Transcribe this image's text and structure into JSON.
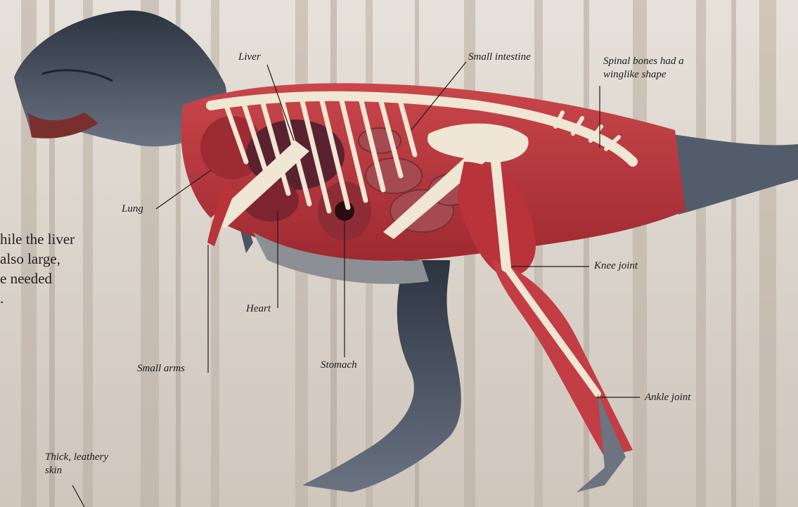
{
  "body_text": "hile the liver\nalso large,\ne needed\n.",
  "labels": {
    "liver": "Liver",
    "small_intestine": "Small intestine",
    "spinal_bones": "Spinal bones had a winglike shape",
    "lung": "Lung",
    "knee_joint": "Knee joint",
    "heart": "Heart",
    "small_arms": "Small arms",
    "stomach": "Stomach",
    "ankle_joint": "Ankle joint",
    "thick_skin": "Thick, leathery skin"
  },
  "colors": {
    "muscle": "#b8333a",
    "bone": "#efe6d3",
    "skin": "#4a5563",
    "background": "#d9d3cc"
  }
}
